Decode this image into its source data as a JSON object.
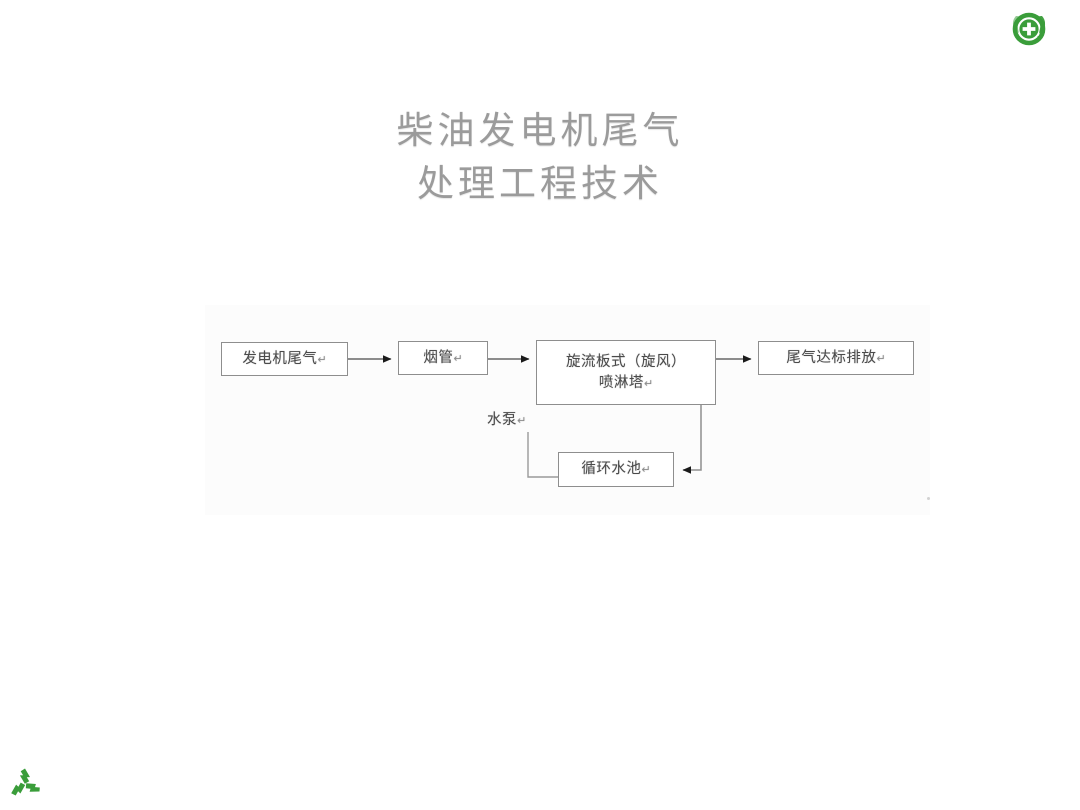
{
  "slide": {
    "title": "柴油发电机尾气\n处理工程技术",
    "title_color": "#9b9b9b",
    "background_color": "#ffffff"
  },
  "branding": {
    "logo_name": "health-emblem-logo",
    "logo_color": "#3a9d3a",
    "recycle_name": "recycling-symbol",
    "recycle_color": "#3a9d3a"
  },
  "diagram": {
    "name": "exhaust-treatment-flowchart",
    "line_color": "#8e8e8e",
    "arrow_color": "#1a1a1a",
    "nodes": [
      {
        "id": "exhaust",
        "label": "发电机尾气",
        "ret": "↵"
      },
      {
        "id": "flue",
        "label": "烟管",
        "ret": "↵"
      },
      {
        "id": "tower",
        "label": "旋流板式（旋风）",
        "label2": "喷淋塔",
        "ret": "↵"
      },
      {
        "id": "emission",
        "label": "尾气达标排放",
        "ret": "↵"
      },
      {
        "id": "pool",
        "label": "循环水池",
        "ret": "↵"
      }
    ],
    "labels": [
      {
        "id": "pump",
        "label": "水泵",
        "ret": "↵"
      }
    ],
    "edges": [
      {
        "from": "exhaust",
        "to": "flue",
        "style": "arrow-right"
      },
      {
        "from": "flue",
        "to": "tower",
        "style": "arrow-right"
      },
      {
        "from": "tower",
        "to": "emission",
        "style": "arrow-right"
      },
      {
        "from": "tower",
        "to": "pool",
        "style": "elbow-down-left-arrow"
      },
      {
        "from": "pool",
        "to": "pump",
        "style": "elbow-left-up"
      }
    ]
  }
}
